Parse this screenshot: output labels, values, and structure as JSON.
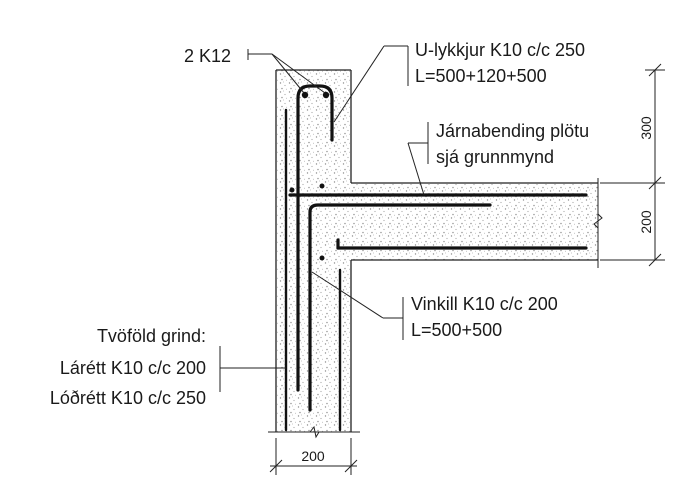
{
  "labels": {
    "top_bars": "2 K12",
    "u_bars_line1": "U-lykkjur K10 c/c 250",
    "u_bars_line2": "L=500+120+500",
    "slab_rebar_line1": "Járnabending plötu",
    "slab_rebar_line2": "sjá grunnmynd",
    "angle_line1": "Vinkill K10 c/c 200",
    "angle_line2": "L=500+500",
    "grid_line1": "Tvöföld grind:",
    "grid_line2": "Lárétt K10 c/c 200",
    "grid_line3": "Lóðrétt K10 c/c 250"
  },
  "dimensions": {
    "wall_thickness": "200",
    "upstand_height": "300",
    "slab_thickness": "200"
  },
  "colors": {
    "line": "#222222",
    "concrete_stipple": "#9a9a9a",
    "background": "#ffffff"
  }
}
